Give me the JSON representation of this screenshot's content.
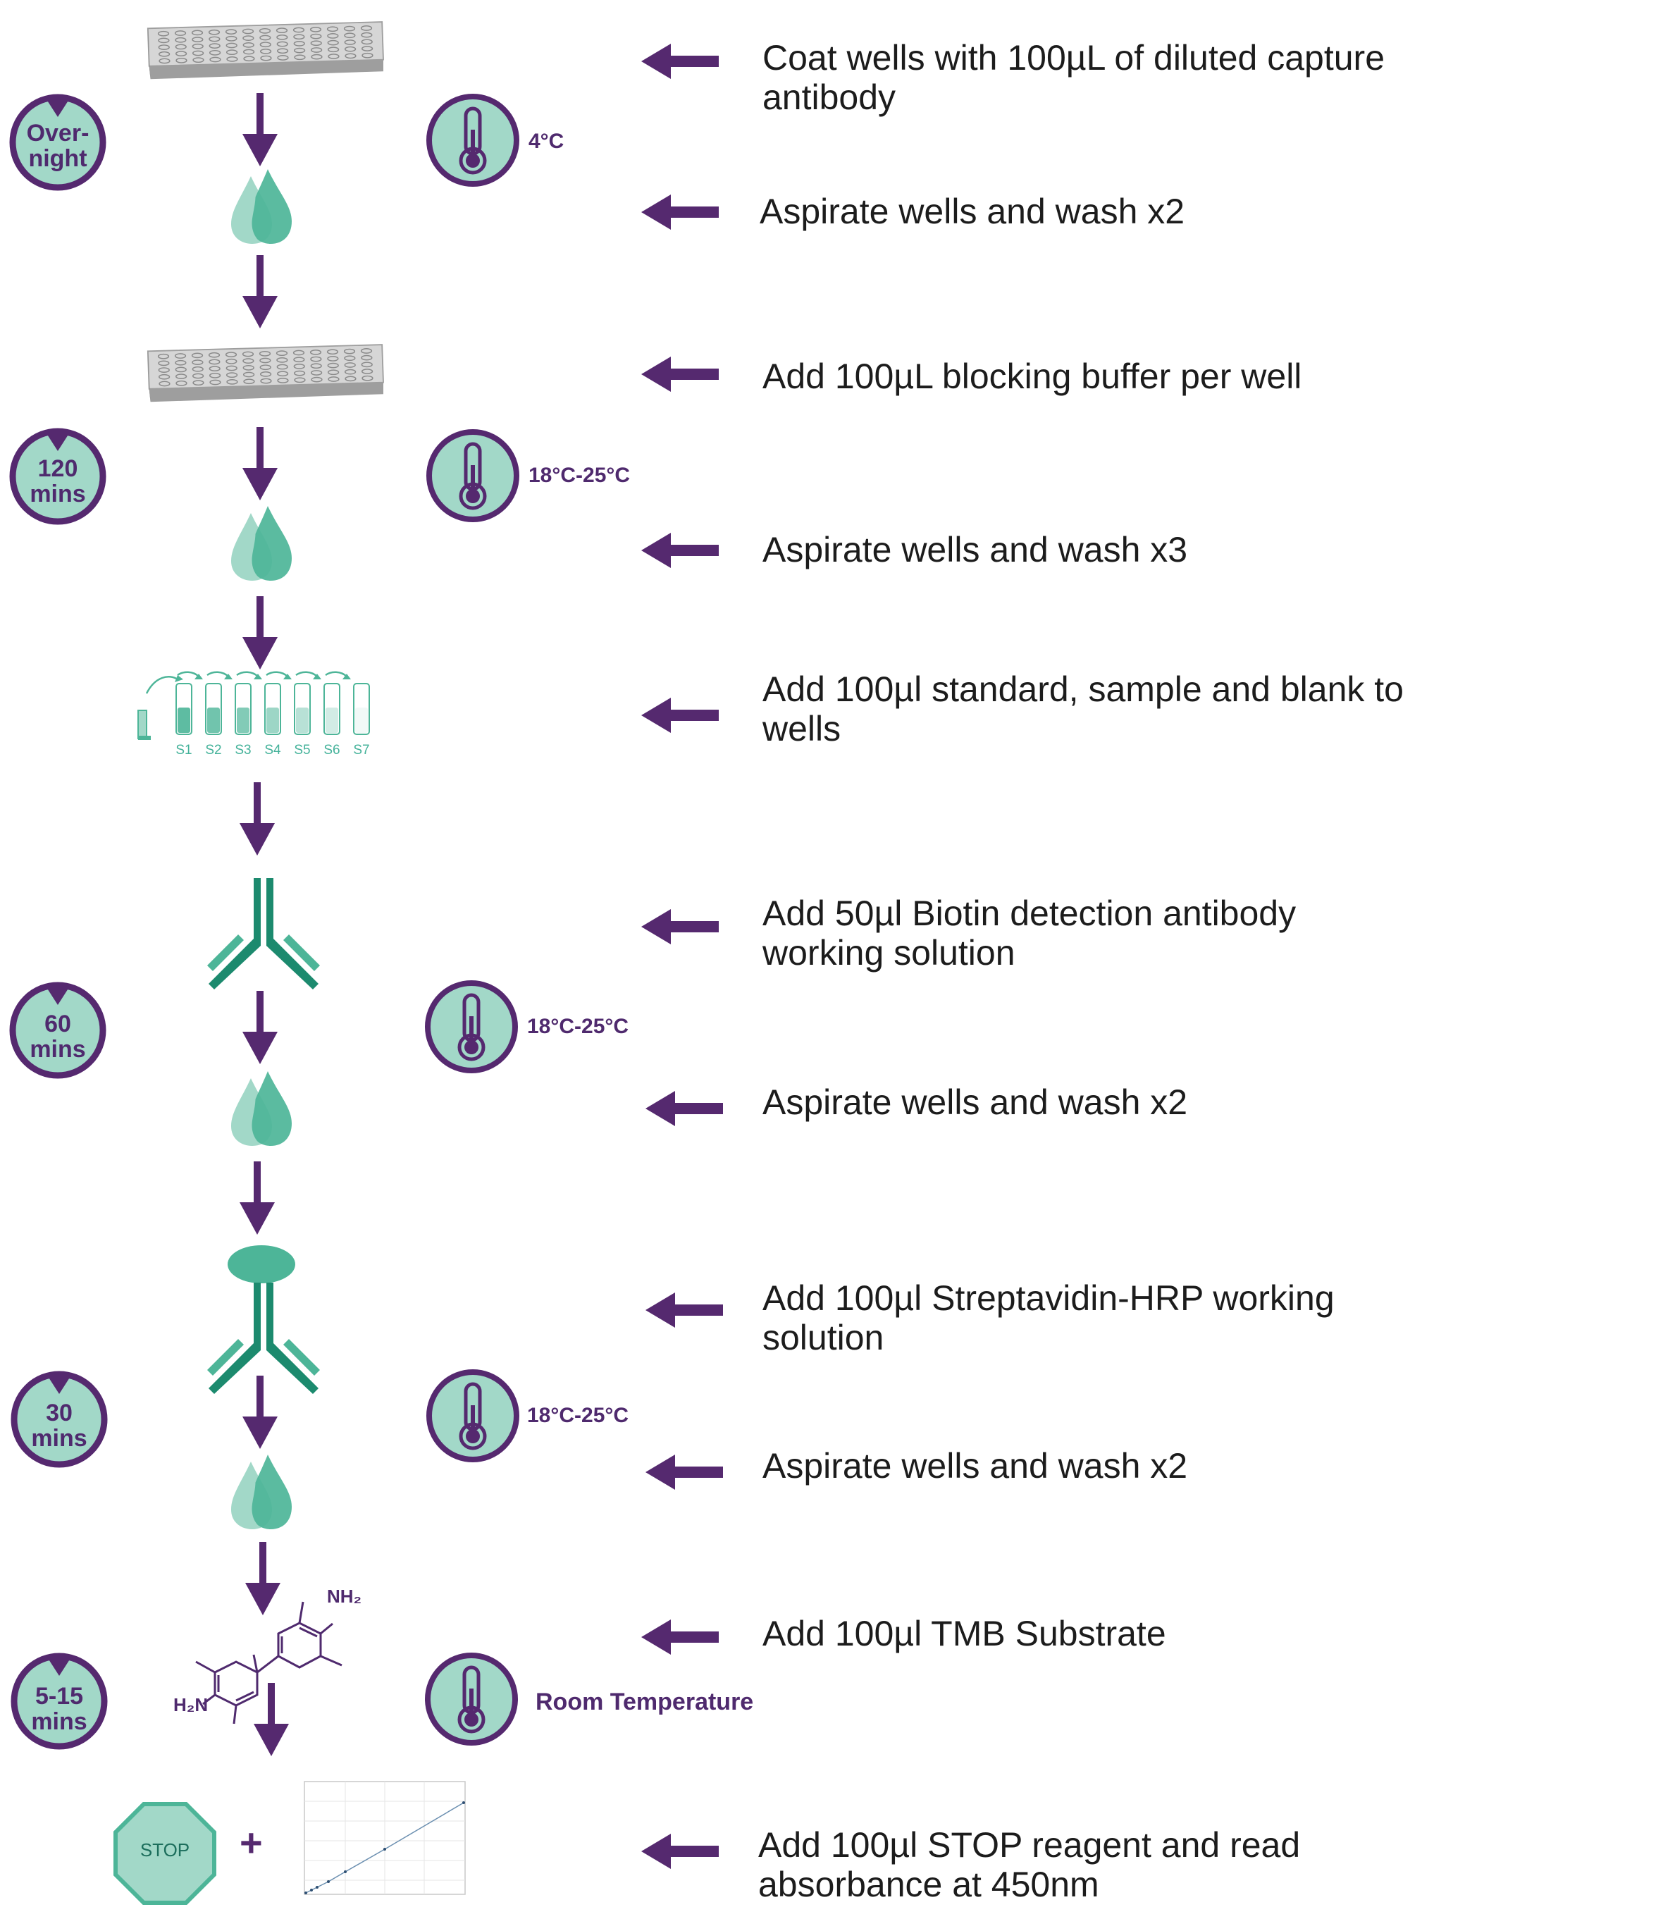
{
  "steps": [
    {
      "text_line1": "Coat wells with 100µL of diluted capture",
      "text_line2": "antibody"
    },
    {
      "text_line1": "Aspirate wells and wash x2"
    },
    {
      "text_line1": "Add 100µL blocking buffer per well"
    },
    {
      "text_line1": "Aspirate wells and wash x3"
    },
    {
      "text_line1": "Add 100µl standard, sample and blank to",
      "text_line2": "wells"
    },
    {
      "text_line1": "Add 50µl Biotin detection antibody",
      "text_line2": "working solution"
    },
    {
      "text_line1": "Aspirate wells and wash x2"
    },
    {
      "text_line1": "Add 100µl Streptavidin-HRP working",
      "text_line2": "solution"
    },
    {
      "text_line1": "Aspirate wells and wash x2"
    },
    {
      "text_line1": "Add 100µl TMB Substrate"
    },
    {
      "text_line1": "Add 100µl STOP reagent and read",
      "text_line2": "absorbance at 450nm"
    }
  ],
  "timers": [
    {
      "line1": "Over-",
      "line2": "night"
    },
    {
      "line1": "120",
      "line2": "mins"
    },
    {
      "line1": "60",
      "line2": "mins"
    },
    {
      "line1": "30",
      "line2": "mins"
    },
    {
      "line1": "5-15",
      "line2": "mins"
    }
  ],
  "temperatures": [
    "4°C",
    "18°C-25°C",
    "18°C-25°C",
    "18°C-25°C",
    "Room Temperature"
  ],
  "tubes": [
    "S1",
    "S2",
    "S3",
    "S4",
    "S5",
    "S6",
    "S7"
  ],
  "chemistry": {
    "amine_top": "NH₂",
    "amine_bottom": "H₂N"
  },
  "stop_sign": "STOP",
  "plus": "+",
  "colors": {
    "purple": "#55296f",
    "teal_light": "#a2d8c8",
    "teal": "#4db598",
    "teal_dark": "#1c8a6e",
    "gray_plate": "#bdbdbd"
  },
  "icons": [
    "microplate-icon",
    "timer-icon",
    "thermometer-icon",
    "water-drops-icon",
    "dilution-series-icon",
    "antibody-icon",
    "streptavidin-hrp-icon",
    "tmb-molecule-icon",
    "stop-sign-icon",
    "standard-curve-chart-icon"
  ]
}
